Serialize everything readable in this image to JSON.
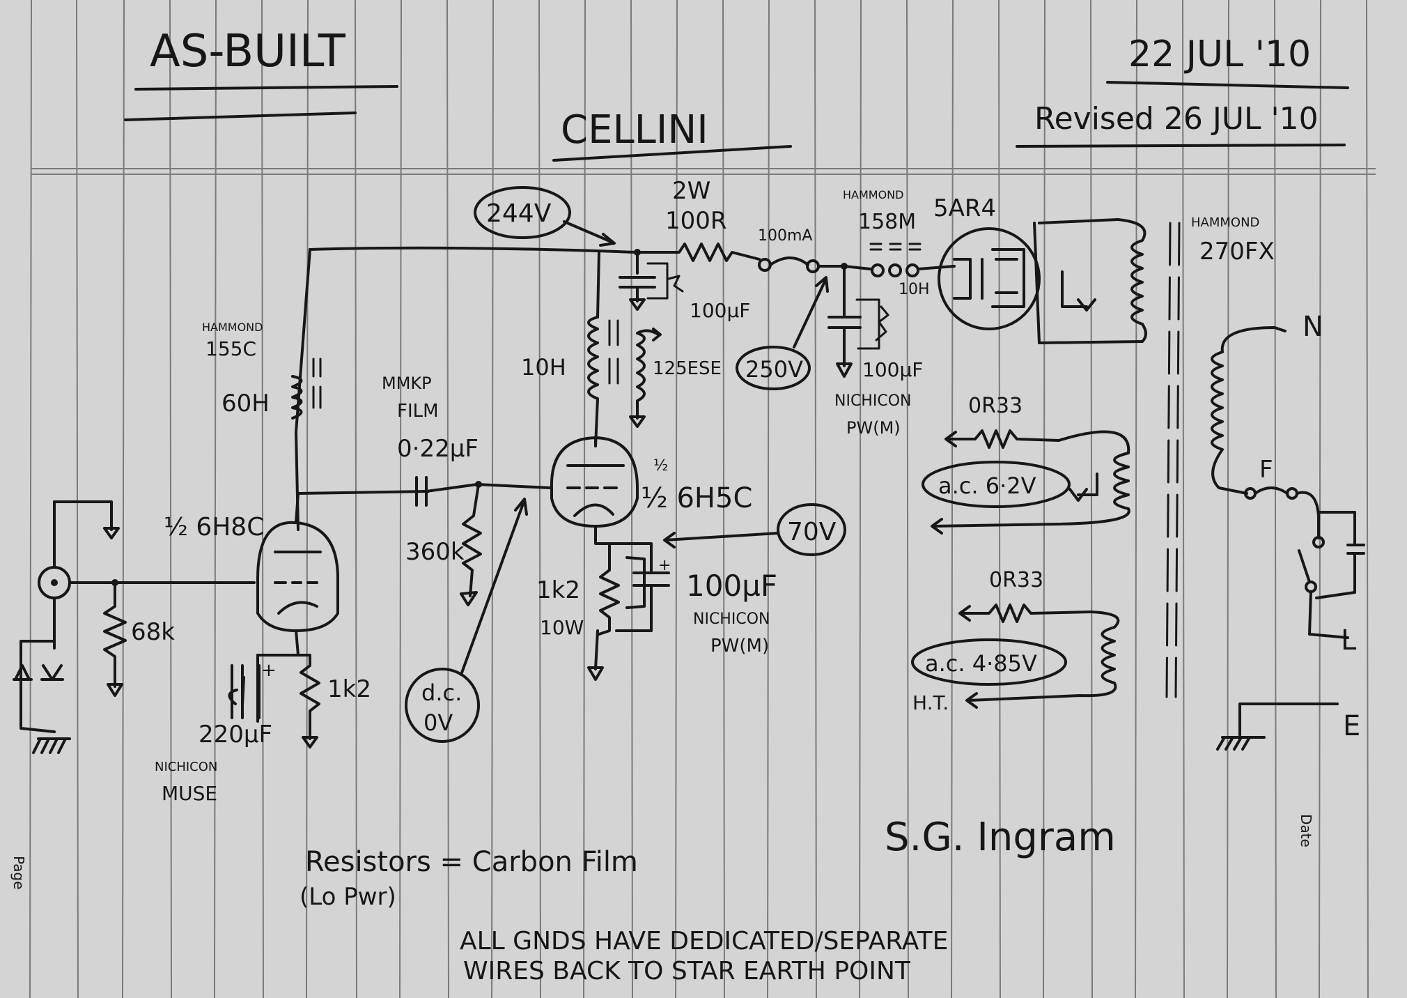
{
  "header": {
    "as_built": "AS-BUILT",
    "title": "CELLINI",
    "date": "22 JUL '10",
    "revised": "Revised 26 JUL '10"
  },
  "margin_labels": {
    "page": "Page",
    "date": "Date"
  },
  "power_supply": {
    "b_plus_voltage": "244V",
    "series_resistor_power": "2W",
    "series_resistor_value": "100R",
    "reservoir_cap": "100µF",
    "current": "100mA",
    "choke_brand": "HAMMOND",
    "choke_model": "158M",
    "choke_inductance": "10H",
    "rectifier": "5AR4",
    "rectifier_out_voltage": "250V",
    "filter_cap": "100µF",
    "filter_cap_brand": "NICHICON",
    "filter_cap_series": "PW(M)",
    "transformer_brand": "HAMMOND",
    "transformer_model": "270FX",
    "heater_resistor_1": "0R33",
    "heater_voltage_1": "a.c. 6·2V",
    "heater_resistor_2": "0R33",
    "heater_voltage_2": "a.c. 4·85V",
    "ht_label": "H.T.",
    "mains_n": "N",
    "mains_f": "F",
    "mains_l": "L",
    "mains_e": "E"
  },
  "input_stage": {
    "choke_brand": "HAMMOND",
    "choke_model": "155C",
    "choke_inductance": "60H",
    "tube": "½ 6H8C",
    "grid_resistor": "68k",
    "cathode_resistor": "1k2",
    "cathode_cap": "220µF",
    "cathode_cap_brand": "NICHICON",
    "cathode_cap_series": "MUSE"
  },
  "coupling": {
    "cap_type_1": "MMKP",
    "cap_type_2": "FILM",
    "cap_value": "0·22µF",
    "grid_resistor": "360k",
    "dc_label_1": "d.c.",
    "dc_label_2": "0V"
  },
  "output_stage": {
    "choke_inductance": "10H",
    "output_transformer": "125ESE",
    "tube": "½ 6H5C",
    "cathode_voltage": "70V",
    "cathode_resistor": "1k2",
    "cathode_resistor_power": "10W",
    "cathode_cap": "100µF",
    "cathode_cap_brand": "NICHICON",
    "cathode_cap_series": "PW(M)"
  },
  "notes": {
    "resistors_1": "Resistors = Carbon Film",
    "resistors_2": "(Lo Pwr)",
    "gnd_1": "ALL GNDS HAVE DEDICATED/SEPARATE",
    "gnd_2": "WIRES BACK TO STAR EARTH POINT",
    "signature": "S.G. Ingram"
  }
}
